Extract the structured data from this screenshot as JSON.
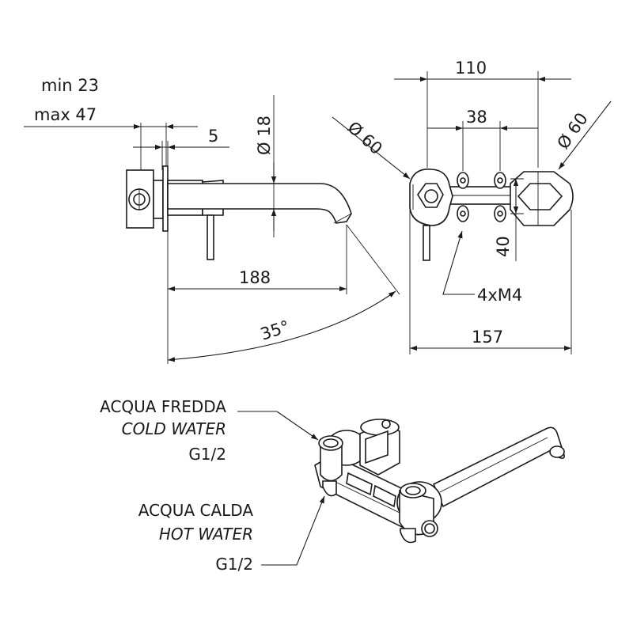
{
  "side_view": {
    "min_depth": "min 23",
    "max_depth": "max 47",
    "plate_gap": "5",
    "spout_dia": "Ø 18",
    "spout_reach": "188",
    "spout_angle": "35°"
  },
  "front_view": {
    "centers": "110",
    "mount_spacing": "38",
    "left_dia": "Ø 60",
    "right_dia": "Ø 60",
    "height": "40",
    "screws": "4xM4",
    "overall_width": "157"
  },
  "legend": {
    "cold_it": "ACQUA FREDDA",
    "cold_en": "COLD WATER",
    "cold_thread": "G1/2",
    "hot_it": "ACQUA CALDA",
    "hot_en": "HOT WATER",
    "hot_thread": "G1/2"
  }
}
